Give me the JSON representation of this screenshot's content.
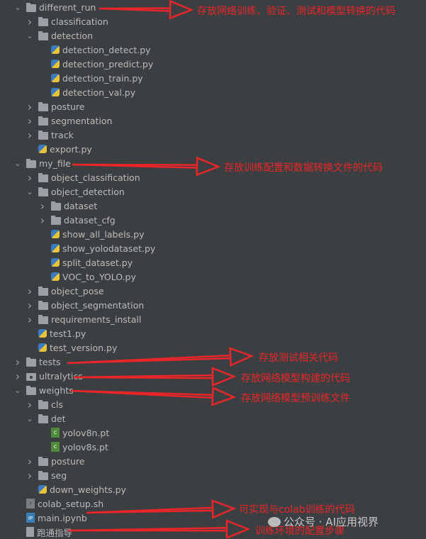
{
  "tree": [
    {
      "level": 0,
      "type": "folder",
      "expanded": true,
      "name": "different_run"
    },
    {
      "level": 1,
      "type": "folder",
      "expanded": false,
      "name": "classification"
    },
    {
      "level": 1,
      "type": "folder",
      "expanded": true,
      "name": "detection"
    },
    {
      "level": 2,
      "type": "py",
      "name": "detection_detect.py"
    },
    {
      "level": 2,
      "type": "py",
      "name": "detection_predict.py"
    },
    {
      "level": 2,
      "type": "py",
      "name": "detection_train.py"
    },
    {
      "level": 2,
      "type": "py",
      "name": "detection_val.py"
    },
    {
      "level": 1,
      "type": "folder",
      "expanded": false,
      "name": "posture"
    },
    {
      "level": 1,
      "type": "folder",
      "expanded": false,
      "name": "segmentation"
    },
    {
      "level": 1,
      "type": "folder",
      "expanded": false,
      "name": "track"
    },
    {
      "level": 1,
      "type": "py",
      "name": "export.py"
    },
    {
      "level": 0,
      "type": "folder",
      "expanded": true,
      "name": "my_file"
    },
    {
      "level": 1,
      "type": "folder",
      "expanded": false,
      "name": "object_classification"
    },
    {
      "level": 1,
      "type": "folder",
      "expanded": true,
      "name": "object_detection"
    },
    {
      "level": 2,
      "type": "folder",
      "expanded": false,
      "name": "dataset"
    },
    {
      "level": 2,
      "type": "folder",
      "expanded": false,
      "name": "dataset_cfg"
    },
    {
      "level": 2,
      "type": "py",
      "expanded": false,
      "name": "show_all_labels.py"
    },
    {
      "level": 2,
      "type": "py",
      "expanded": false,
      "name": "show_yolodataset.py"
    },
    {
      "level": 2,
      "type": "py",
      "expanded": false,
      "name": "split_dataset.py"
    },
    {
      "level": 2,
      "type": "py",
      "expanded": false,
      "name": "VOC_to_YOLO.py"
    },
    {
      "level": 1,
      "type": "folder",
      "expanded": false,
      "name": "object_pose"
    },
    {
      "level": 1,
      "type": "folder",
      "expanded": false,
      "name": "object_segmentation"
    },
    {
      "level": 1,
      "type": "folder",
      "expanded": false,
      "name": "requirements_install"
    },
    {
      "level": 1,
      "type": "py",
      "name": "test1.py"
    },
    {
      "level": 1,
      "type": "py",
      "name": "test_version.py"
    },
    {
      "level": 0,
      "type": "folder",
      "expanded": false,
      "name": "tests"
    },
    {
      "level": 0,
      "type": "pkg",
      "expanded": false,
      "name": "ultralytics"
    },
    {
      "level": 0,
      "type": "folder",
      "expanded": true,
      "name": "weights"
    },
    {
      "level": 1,
      "type": "folder",
      "expanded": false,
      "name": "cls"
    },
    {
      "level": 1,
      "type": "folder",
      "expanded": true,
      "name": "det"
    },
    {
      "level": 2,
      "type": "pt",
      "name": "yolov8n.pt"
    },
    {
      "level": 2,
      "type": "pt",
      "name": "yolov8s.pt"
    },
    {
      "level": 1,
      "type": "folder",
      "expanded": false,
      "name": "posture"
    },
    {
      "level": 1,
      "type": "folder",
      "expanded": false,
      "name": "seg"
    },
    {
      "level": 1,
      "type": "py",
      "name": "down_weights.py"
    },
    {
      "level": 0,
      "type": "sh",
      "name": "colab_setup.sh"
    },
    {
      "level": 0,
      "type": "ipynb",
      "name": "main.ipynb"
    },
    {
      "level": 0,
      "type": "doc",
      "name": "跑通指导"
    }
  ],
  "annotations": [
    "存放网络训练、验证、测试和模型转换的代码",
    "存放训练配置和数据转换文件的代码",
    "存放测试相关代码",
    "存放网络模型构建的代码",
    "存放网络模型预训练文件",
    "可实现与colab训练的代码",
    "训练环境的配置步骤"
  ],
  "watermark": "公众号 · AI应用视界",
  "colors": {
    "annotation": "#e8262a",
    "background": "#3c3f41",
    "text": "#bbbbbb"
  }
}
